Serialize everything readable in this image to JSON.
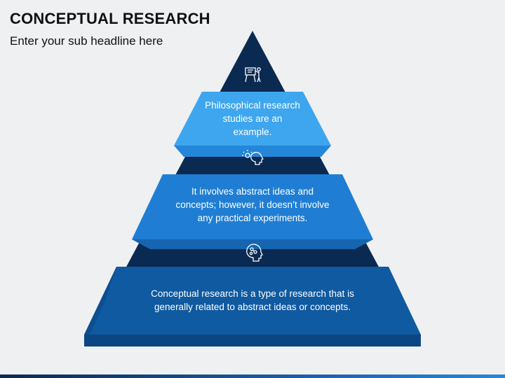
{
  "header": {
    "title": "CONCEPTUAL RESEARCH",
    "subtitle": "Enter your sub headline here"
  },
  "pyramid": {
    "tiers": [
      {
        "text": "Philosophical research studies are an example.",
        "color": "#3ea6ee",
        "icon": "presenter-board-icon"
      },
      {
        "text": "It involves abstract ideas and concepts; however, it doesn’t involve any practical experiments.",
        "color": "#1f7ed4",
        "icon": "idea-head-icon"
      },
      {
        "text": "Conceptual research is a type of research that is generally related to abstract ideas or concepts.",
        "color": "#0f5aa0",
        "icon": "brain-head-icon"
      }
    ],
    "core_color": "#0a2a52"
  }
}
